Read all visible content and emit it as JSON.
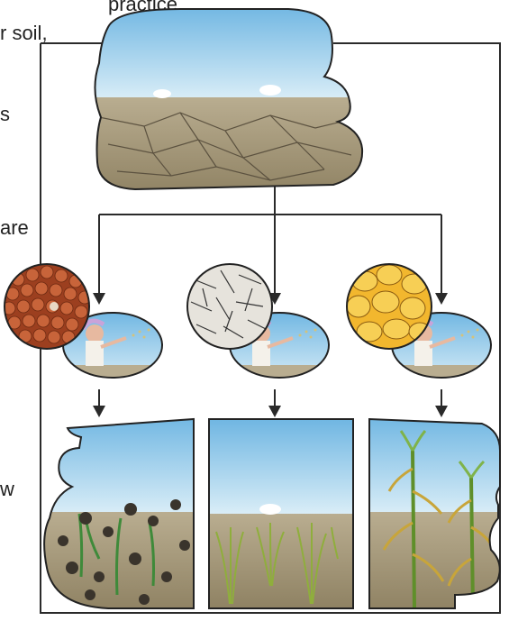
{
  "text_fragments": [
    "practice.",
    "r soil,",
    "s",
    "are",
    "w"
  ],
  "colors": {
    "sky": "#8fc6e6",
    "ground": "#a89a7a",
    "soil_red": "#b5502a",
    "soil_white": "#e6e3dc",
    "soil_yellow": "#f2b72e",
    "line": "#2a2a2a"
  },
  "icons": [
    "cracked-dry-land-scene",
    "red-granular-soil-circle",
    "white-crystal-soil-circle",
    "yellow-lumpy-soil-circle",
    "farmer-sowing-seeds",
    "dark-weeds-crop",
    "sparse-grass-crop",
    "tall-corn-crop"
  ]
}
